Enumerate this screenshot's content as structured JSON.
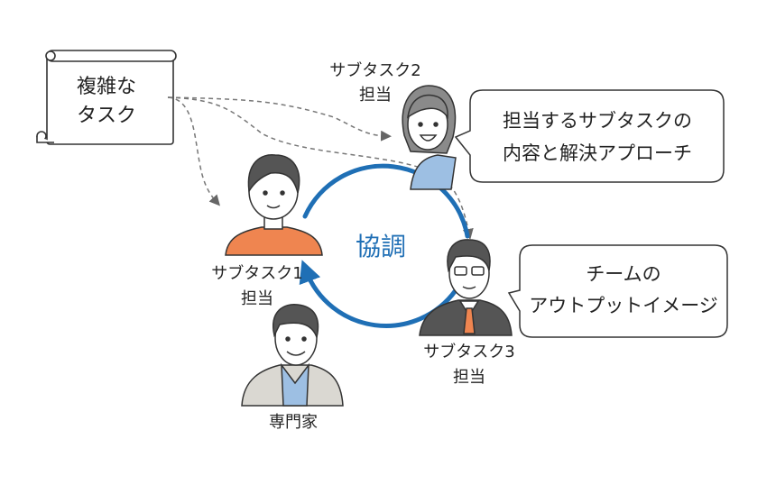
{
  "task": {
    "line1": "複雑な",
    "line2": "タスク"
  },
  "center_label": "協調",
  "members": {
    "sub1": {
      "line1": "サブタスク1",
      "line2": "担当"
    },
    "sub2": {
      "line1": "サブタスク2",
      "line2": "担当"
    },
    "sub3": {
      "line1": "サブタスク3",
      "line2": "担当"
    },
    "expert": {
      "label": "専門家"
    }
  },
  "bubbles": {
    "sub2": {
      "line1": "担当するサブタスクの",
      "line2": "内容と解決アプローチ"
    },
    "sub3": {
      "line1": "チームの",
      "line2": "アウトプットイメージ"
    }
  },
  "colors": {
    "accent": "#1f6fb5",
    "orange": "#ef8550",
    "blue_shirt": "#9dbfe3",
    "hair": "#555555",
    "dashed": "#777777"
  }
}
